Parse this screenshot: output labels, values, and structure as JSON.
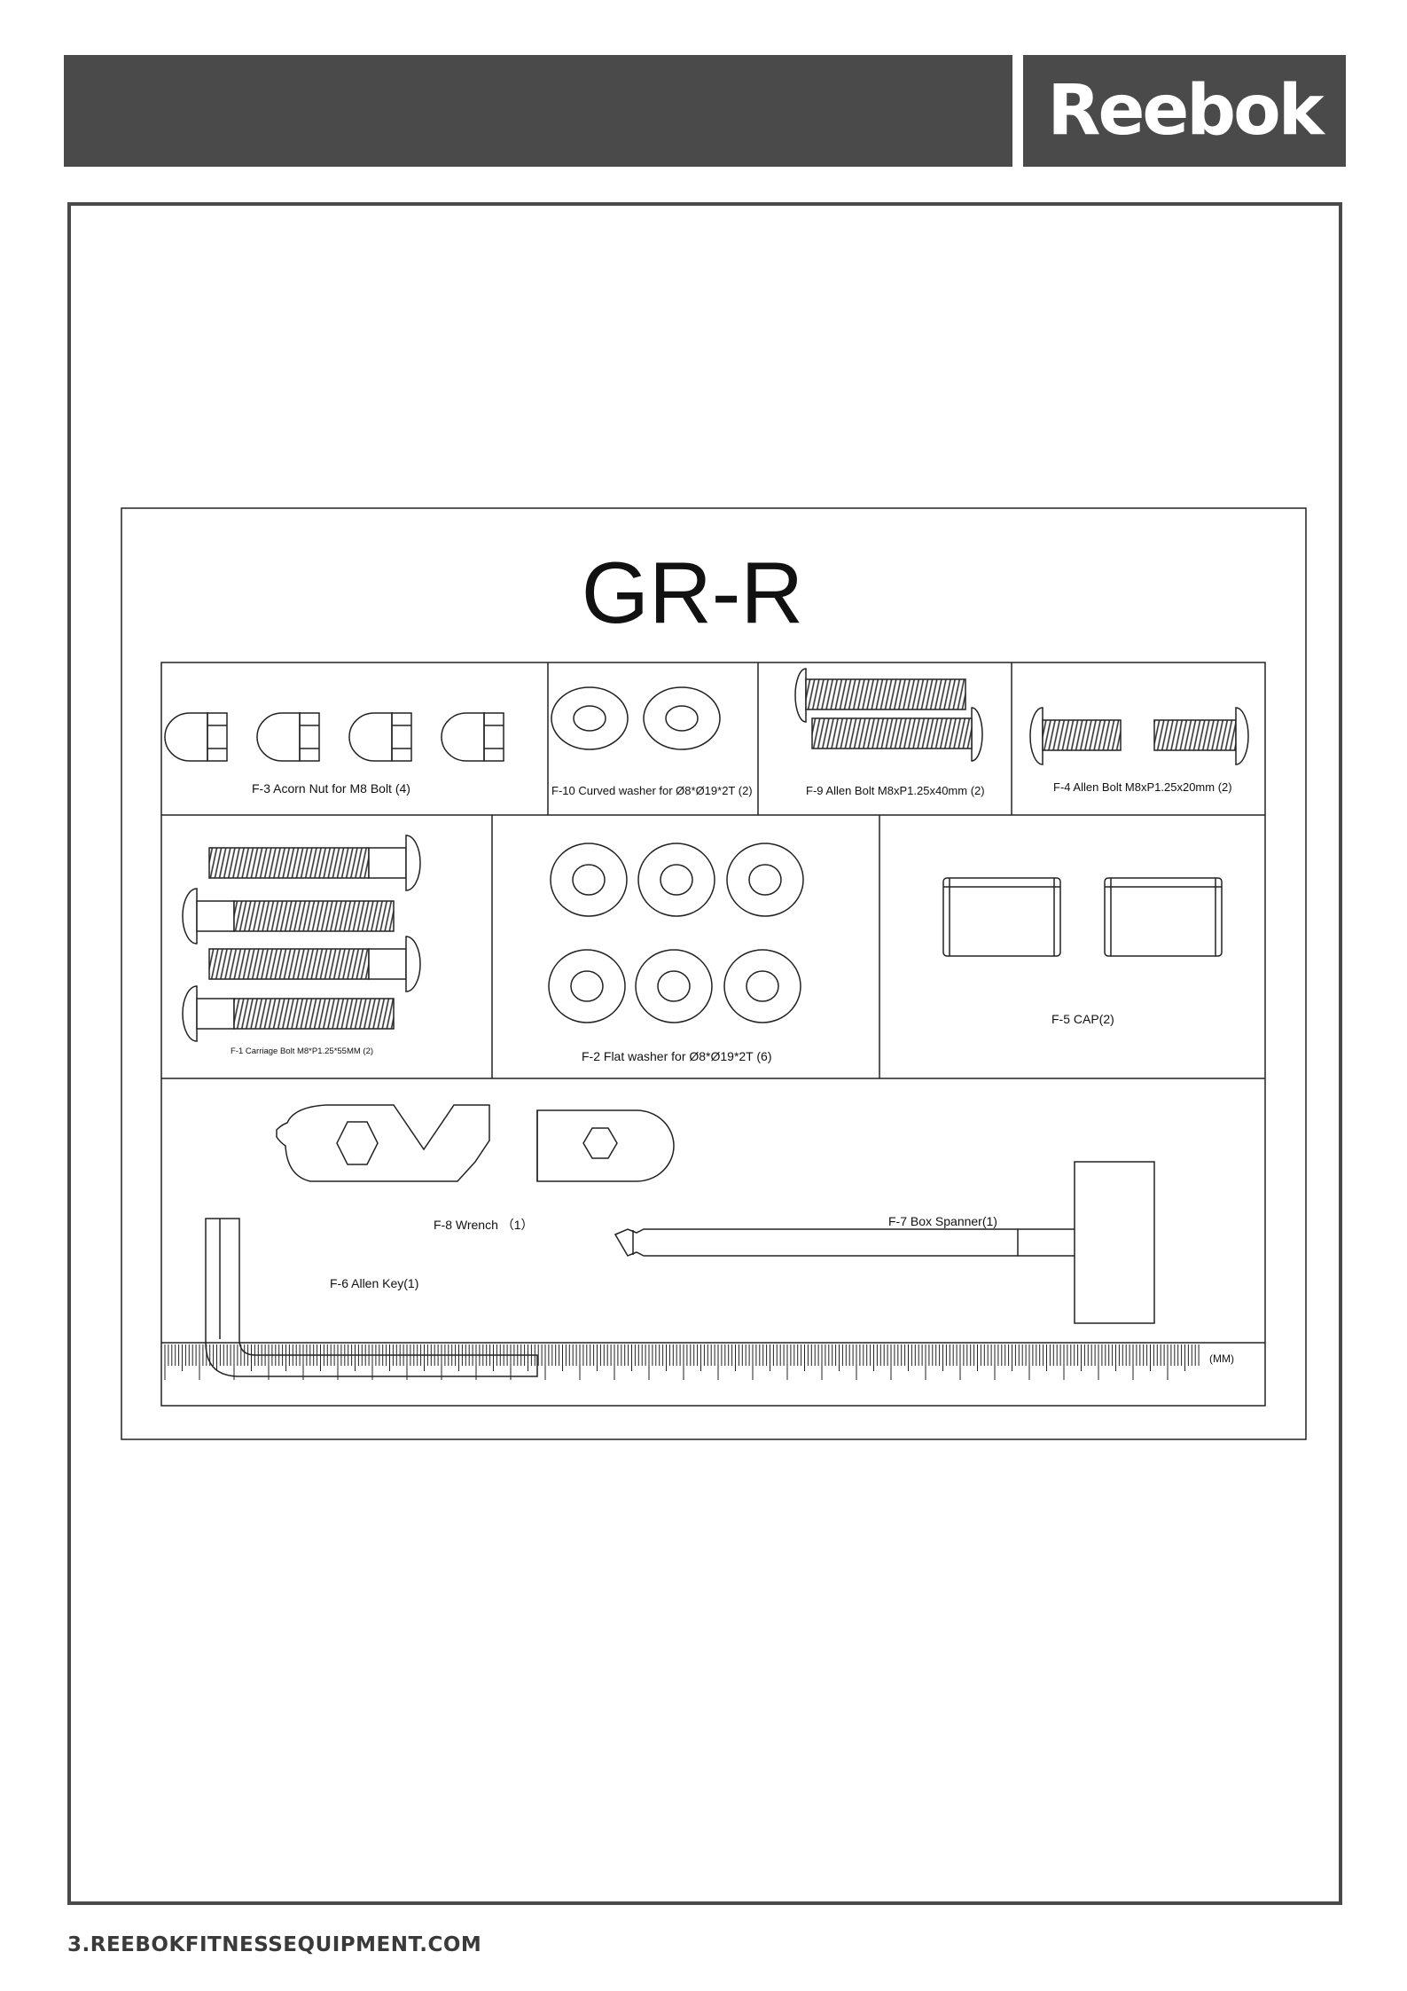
{
  "header": {
    "brand": "Reebok"
  },
  "diagram": {
    "title": "GR-R",
    "parts": {
      "f3": "F-3   Acorn Nut  for M8 Bolt (4)",
      "f10": "F-10    Curved washer for Ø8*Ø19*2T (2)",
      "f9": "F-9    Allen Bolt M8xP1.25x40mm    (2)",
      "f4": "F-4    Allen Bolt M8xP1.25x20mm    (2)",
      "f1": "F-1  Carriage Bolt  M8*P1.25*55MM (2)",
      "f2": "F-2    Flat washer for Ø8*Ø19*2T (6)",
      "f5": "F-5       CAP(2)",
      "f8": "F-8    Wrench （1）",
      "f7": "F-7    Box Spanner(1)",
      "f6": "F-6    Allen Key(1)"
    },
    "ruler_unit": "(MM)"
  },
  "footer": {
    "page_number": "3",
    "site": ".REEBOKFITNESSEQUIPMENT.COM"
  }
}
